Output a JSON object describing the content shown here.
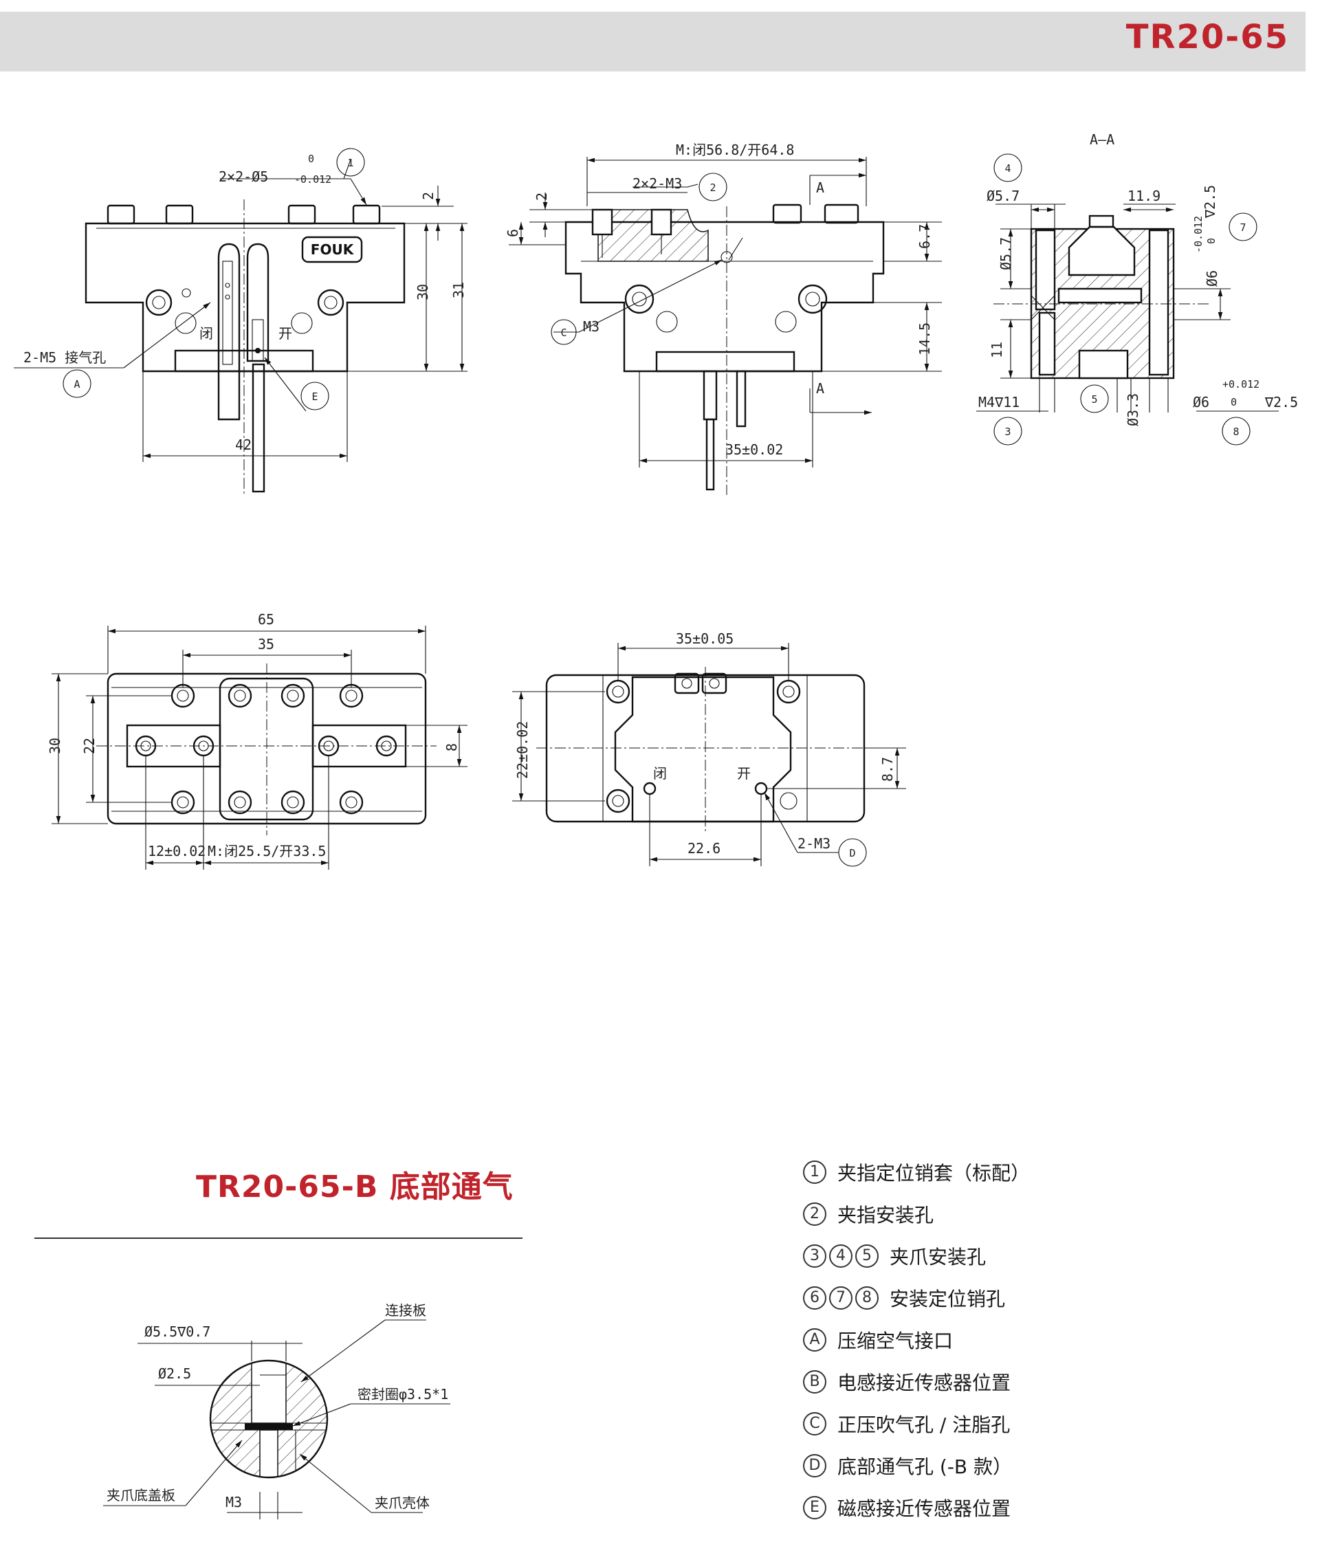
{
  "header": {
    "model": "TR20-65"
  },
  "front_view": {
    "dim_hole": "2×2-Ø5",
    "dim_hole_tol_upper": "0",
    "dim_hole_tol_lower": "-0.012",
    "dim_2": "2",
    "dim_30": "30",
    "dim_31": "31",
    "dim_42": "42",
    "label_air": "2-M5 接气孔",
    "label_close": "闭",
    "label_open": "开",
    "brand": "FOUK",
    "callout_1": "1",
    "callout_A": "A",
    "callout_E": "E"
  },
  "side_view": {
    "dim_stroke": "M:闭56.8/开64.8",
    "dim_holes": "2×2-M3",
    "dim_2": "2",
    "dim_6": "6",
    "dim_67": "6.7",
    "dim_145": "14.5",
    "dim_35": "35±0.02",
    "label_m3": "M3",
    "section_mark": "A",
    "callout_2": "2",
    "callout_C": "C"
  },
  "section_view": {
    "title": "A–A",
    "dim_d57_top": "Ø5.7",
    "dim_119": "11.9",
    "dim_d57_side": "Ø5.7",
    "dim_11": "11",
    "dim_d6_upper": "Ø6",
    "dim_d6_tol_upper": "-0.012",
    "dim_d6_tol_lower": "0",
    "dim_depth_25": "∇2.5",
    "dim_m4": "M4∇11",
    "dim_d33": "Ø3.3",
    "dim_d6_lower": "Ø6",
    "dim_d6_lower_tol_upper": "+0.012",
    "dim_d6_lower_tol_lower": "0",
    "dim_depth_25b": "∇2.5",
    "callout_3": "3",
    "callout_4": "4",
    "callout_5": "5",
    "callout_7": "7",
    "callout_8": "8"
  },
  "top_view": {
    "dim_65": "65",
    "dim_35": "35",
    "dim_30": "30",
    "dim_22": "22",
    "dim_8": "8",
    "dim_12": "12±0.02",
    "dim_stroke": "M:闭25.5/开33.5"
  },
  "bottom_view": {
    "dim_35": "35±0.05",
    "dim_22": "22±0.02",
    "dim_87": "8.7",
    "dim_226": "22.6",
    "label_close": "闭",
    "label_open": "开",
    "label_m3": "2-M3",
    "callout_D": "D"
  },
  "detail_section": {
    "title": "TR20-65-B 底部通气",
    "dim_top": "Ø5.5∇0.7",
    "dim_d25": "Ø2.5",
    "label_plate": "连接板",
    "label_seal": "密封圈φ3.5*1",
    "label_cover": "夹爪底盖板",
    "label_m3": "M3",
    "label_body": "夹爪壳体"
  },
  "legend": [
    {
      "marks": [
        "1"
      ],
      "text": "夹指定位销套（标配）"
    },
    {
      "marks": [
        "2"
      ],
      "text": "夹指安装孔"
    },
    {
      "marks": [
        "3",
        "4",
        "5"
      ],
      "text": "夹爪安装孔"
    },
    {
      "marks": [
        "6",
        "7",
        "8"
      ],
      "text": "安装定位销孔"
    },
    {
      "marks": [
        "A"
      ],
      "text": "压缩空气接口"
    },
    {
      "marks": [
        "B"
      ],
      "text": "电感接近传感器位置"
    },
    {
      "marks": [
        "C"
      ],
      "text": "正压吹气孔 / 注脂孔"
    },
    {
      "marks": [
        "D"
      ],
      "text": "底部通气孔 (-B 款）"
    },
    {
      "marks": [
        "E"
      ],
      "text": "磁感接近传感器位置"
    }
  ],
  "colors": {
    "accent": "#c0232b",
    "header_bg": "#dcdcdc",
    "line": "#111111"
  }
}
